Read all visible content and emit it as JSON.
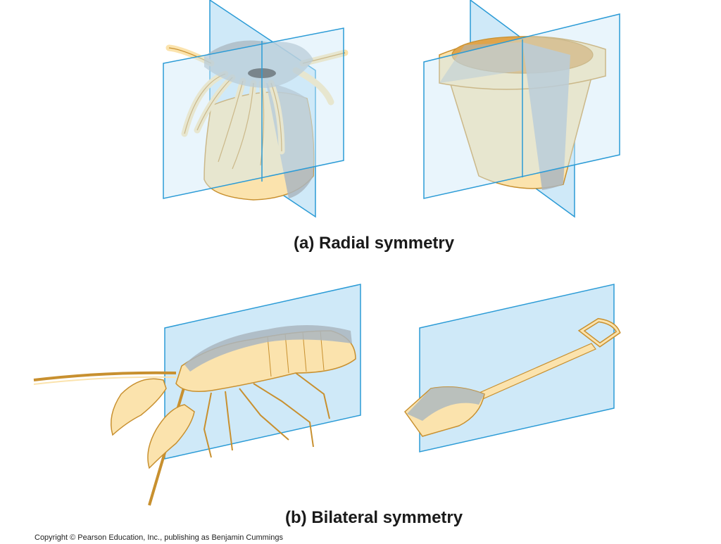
{
  "figure": {
    "radial_caption": "(a) Radial symmetry",
    "bilateral_caption": "(b) Bilateral symmetry",
    "copyright": "Copyright © Pearson Education, Inc., publishing as Benjamin Cummings"
  },
  "colors": {
    "plane_fill": "#cfe9f8",
    "plane_edge": "#2b9bd6",
    "organism_fill": "#fbe3ad",
    "organism_stroke": "#c8902f",
    "shadow": "#aab6bf"
  },
  "illustrations": {
    "sea_anemone": "sea-anemone-illustration",
    "flower_pot": "flower-pot-illustration",
    "lobster": "lobster-illustration",
    "shovel": "shovel-illustration"
  }
}
